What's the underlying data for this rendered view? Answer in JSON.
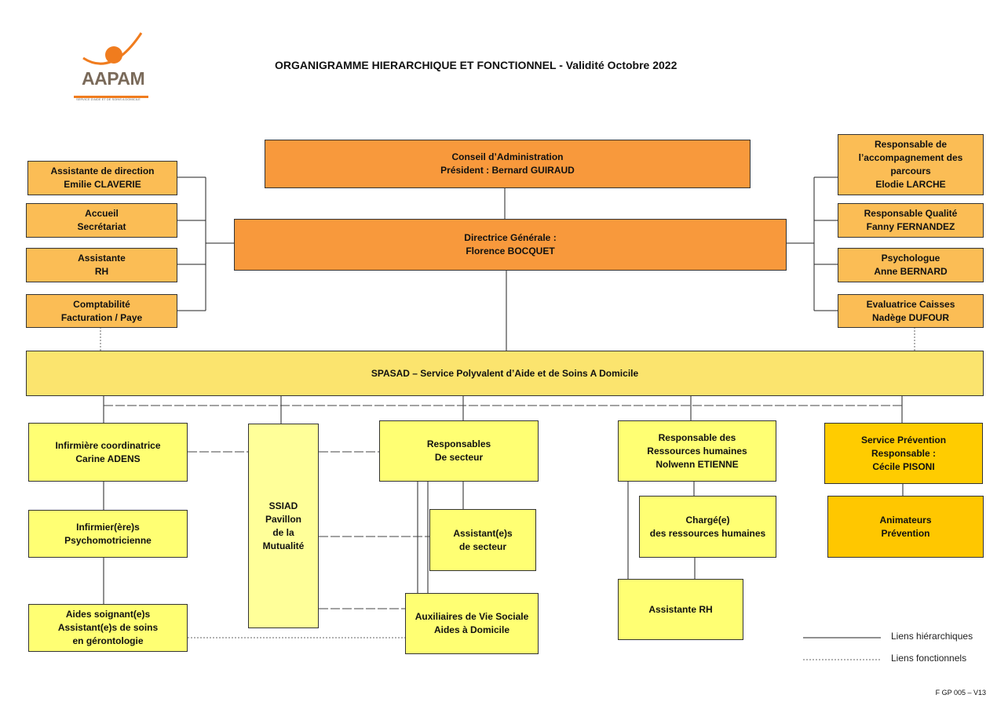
{
  "logo": {
    "name": "AAPAM",
    "subtitle": "SERVICE D'AIDE ET DE SOINS A DOMICILE"
  },
  "title": "ORGANIGRAMME HIERARCHIQUE ET FONCTIONNEL - Validité Octobre 2022",
  "boxes": {
    "conseil": [
      "Conseil d’Administration",
      "Président : Bernard GUIRAUD"
    ],
    "directrice": [
      "Directrice Générale :",
      "Florence BOCQUET"
    ],
    "assistante_direction": [
      "Assistante de direction",
      "Emilie CLAVERIE"
    ],
    "accueil": [
      "Accueil",
      "Secrétariat"
    ],
    "assistante_rh_top": [
      "Assistante",
      "RH"
    ],
    "comptabilite": [
      "Comptabilité",
      "Facturation / Paye"
    ],
    "resp_accompagnement": [
      "Responsable de",
      "l’accompagnement des",
      "parcours",
      "Elodie LARCHE"
    ],
    "resp_qualite": [
      "Responsable Qualité",
      "Fanny FERNANDEZ"
    ],
    "psychologue": [
      "Psychologue",
      "Anne BERNARD"
    ],
    "evaluatrice": [
      "Evaluatrice Caisses",
      "Nadège DUFOUR"
    ],
    "spasad": [
      "SPASAD – Service Polyvalent d’Aide et de Soins A Domicile"
    ],
    "infirmiere_coord": [
      "Infirmière coordinatrice",
      "Carine ADENS"
    ],
    "ssiad": [
      "SSIAD",
      "Pavillon",
      "de la",
      "Mutualité"
    ],
    "resp_secteur": [
      "Responsables",
      "De secteur"
    ],
    "resp_rh": [
      "Responsable des",
      "Ressources humaines",
      "Nolwenn ETIENNE"
    ],
    "service_prevention": [
      "Service Prévention",
      "Responsable :",
      "Cécile PISONI"
    ],
    "infirmiers": [
      "Infirmier(ère)s",
      "Psychomotricienne"
    ],
    "assistants_secteur": [
      "Assistant(e)s",
      "de secteur"
    ],
    "charge_rh": [
      "Chargé(e)",
      "des ressources humaines"
    ],
    "animateurs": [
      "Animateurs",
      "Prévention"
    ],
    "aides_soignants": [
      "Aides soignant(e)s",
      "Assistant(e)s de soins",
      "en gérontologie"
    ],
    "auxiliaires": [
      "Auxiliaires de Vie Sociale",
      "Aides à Domicile"
    ],
    "assistante_rh_bottom": [
      "Assistante RH"
    ]
  },
  "legend": {
    "hierarchique": "Liens hiérarchiques",
    "fonctionnel": "Liens fonctionnels"
  },
  "footer": "F GP 005 – V13",
  "colors": {
    "orange_dark": "#f8993c",
    "orange_light": "#fbbd55",
    "spasad": "#fbe46e",
    "yellow": "#ffff73",
    "gold": "#ffcc00"
  }
}
